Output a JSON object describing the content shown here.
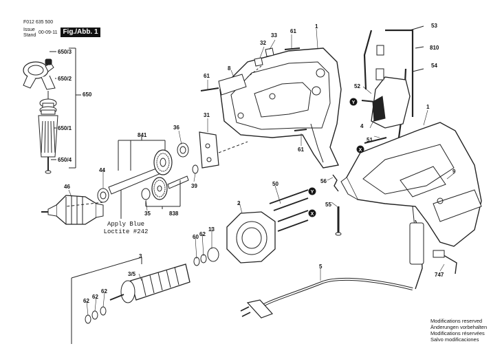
{
  "header": {
    "part_number": "F012 635 500",
    "issue_label": "Issue",
    "stand_label": "Stand",
    "issue_date": "00-09-11",
    "figure_label": "Fig./Abb. 1"
  },
  "annotation": {
    "line1": "Apply Blue",
    "line2": "Loctite #242"
  },
  "notes": [
    "Modifications reserved",
    "Änderungen vorbehalten",
    "Modifications réservées",
    "Salvo modificaciones"
  ],
  "callouts": {
    "c1a": "1",
    "c1b": "1",
    "c2": "2",
    "c3": "3",
    "c35": "3/5",
    "c4": "4",
    "c5": "5",
    "c8": "8",
    "c9": "9",
    "c13": "13",
    "c31": "31",
    "c32": "32",
    "c33": "33",
    "c35b": "35",
    "c36": "36",
    "c39": "39",
    "c44": "44",
    "c46": "46",
    "c50": "50",
    "c51": "51",
    "c52": "52",
    "c53": "53",
    "c54": "54",
    "c55": "55",
    "c56": "56",
    "c60": "60",
    "c61a": "61",
    "c61b": "61",
    "c61c": "61",
    "c62a": "62",
    "c62b": "62",
    "c62c": "62",
    "c62d": "62",
    "c650": "650",
    "c6503": "650/3",
    "c6502": "650/2",
    "c6501": "650/1",
    "c6504": "650/4",
    "c747": "747",
    "c810": "810",
    "c838": "838",
    "c841": "841"
  },
  "markers": {
    "x": "X",
    "y": "Y"
  }
}
